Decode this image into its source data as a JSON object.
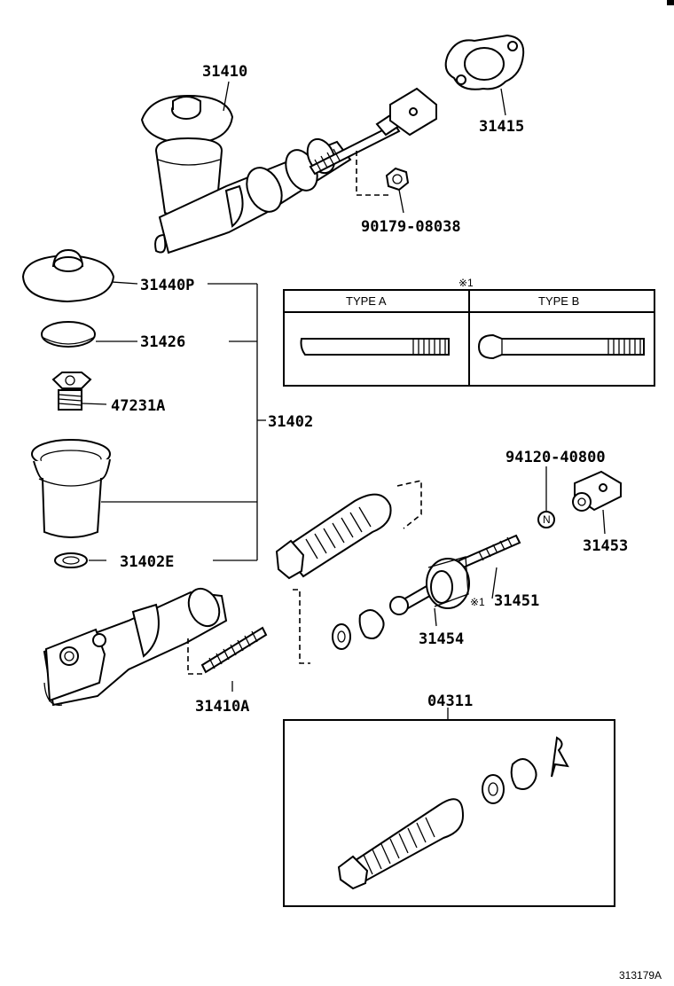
{
  "parts": {
    "p31410": "31410",
    "p31415": "31415",
    "p90179": "90179-08038",
    "p31440P": "31440P",
    "p31426": "31426",
    "p47231A": "47231A",
    "p31402": "31402",
    "p31402E": "31402E",
    "p94120": "94120-40800",
    "p31453": "31453",
    "p31451": "31451",
    "p31454": "31454",
    "p31410A": "31410A",
    "p04311": "04311"
  },
  "marks": {
    "note1": "※1",
    "note1_short": "※1"
  },
  "type_table": {
    "type_a": "TYPE A",
    "type_b": "TYPE B"
  },
  "nut_marking": "N",
  "ref_code": "313179A"
}
